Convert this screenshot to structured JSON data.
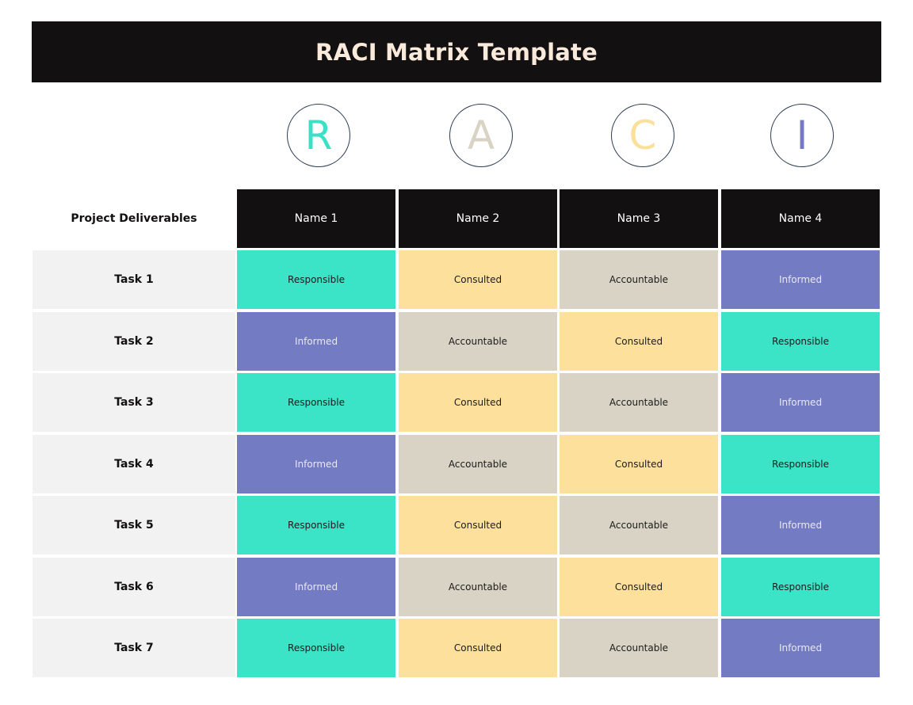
{
  "title": "RACI Matrix Template",
  "raci_letters": [
    {
      "letter": "R",
      "color": "#3be0c5"
    },
    {
      "letter": "A",
      "color": "#d8d3c4"
    },
    {
      "letter": "C",
      "color": "#fbe09b"
    },
    {
      "letter": "I",
      "color": "#7379c2"
    }
  ],
  "header_label": "Project Deliverables",
  "names": [
    "Name 1",
    "Name 2",
    "Name 3",
    "Name 4"
  ],
  "role_colors": {
    "Responsible": "#3be3c7",
    "Accountable": "#d8d3c4",
    "Consulted": "#fce09b",
    "Informed": "#737bc2"
  },
  "rows": [
    {
      "task": "Task 1",
      "cells": [
        "Responsible",
        "Consulted",
        "Accountable",
        "Informed"
      ]
    },
    {
      "task": "Task 2",
      "cells": [
        "Informed",
        "Accountable",
        "Consulted",
        "Responsible"
      ]
    },
    {
      "task": "Task 3",
      "cells": [
        "Responsible",
        "Consulted",
        "Accountable",
        "Informed"
      ]
    },
    {
      "task": "Task 4",
      "cells": [
        "Informed",
        "Accountable",
        "Consulted",
        "Responsible"
      ]
    },
    {
      "task": "Task 5",
      "cells": [
        "Responsible",
        "Consulted",
        "Accountable",
        "Informed"
      ]
    },
    {
      "task": "Task 6",
      "cells": [
        "Informed",
        "Accountable",
        "Consulted",
        "Responsible"
      ]
    },
    {
      "task": "Task 7",
      "cells": [
        "Responsible",
        "Consulted",
        "Accountable",
        "Informed"
      ]
    }
  ]
}
